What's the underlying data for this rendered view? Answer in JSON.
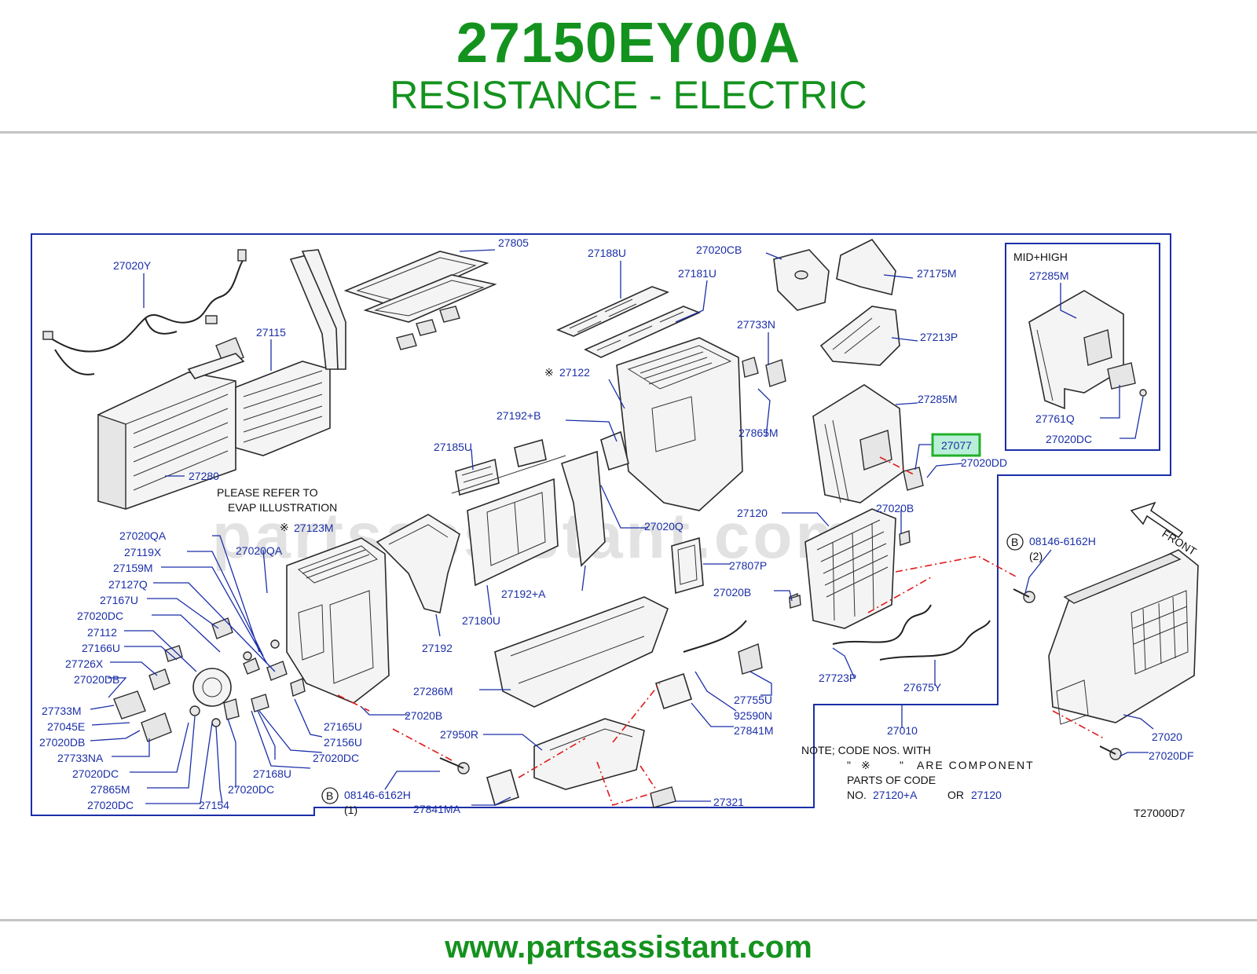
{
  "header": {
    "part_number": "27150EY00A",
    "part_name": "RESISTANCE - ELECTRIC"
  },
  "diagram": {
    "watermark": "partsassistant.com",
    "code": "T27000D7",
    "inset_title": "MID+HIGH",
    "highlight_color": "#22b02a",
    "label_color": "#1b2fa8",
    "title_color": "#14921e",
    "highlighted_part": "27077",
    "labels": {
      "l27020Y": "27020Y",
      "l27805": "27805",
      "l27188U": "27188U",
      "l27020CB": "27020CB",
      "l27175M": "27175M",
      "l27181U": "27181U",
      "l27115": "27115",
      "l27733N": "27733N",
      "l27213P": "27213P",
      "l27122": "27122",
      "l27285M": "27285M",
      "l27192B": "27192+B",
      "l27865M_a": "27865M",
      "l27077": "27077",
      "l27185U": "27185U",
      "l27020DD": "27020DD",
      "l27280": "27280",
      "l27120": "27120",
      "l27020B_a": "27020B",
      "l27020Q": "27020Q",
      "l27123M": "27123M",
      "l27020QA_a": "27020QA",
      "l27020QA_b": "27020QA",
      "l27119X": "27119X",
      "l27159M": "27159M",
      "l27127Q": "27127Q",
      "l27167U": "27167U",
      "l27020DC_a": "27020DC",
      "l27112": "27112",
      "l27166U": "27166U",
      "l27726X": "27726X",
      "l27020DB": "27020DB",
      "l27733M": "27733M",
      "l27045E": "27045E",
      "l27020DB_2": "27020DB",
      "l27733NA": "27733NA",
      "l27020DC_b": "27020DC",
      "l27865M_b": "27865M",
      "l27020DC_c": "27020DC",
      "l27807P": "27807P",
      "l27020B_b": "27020B",
      "l27192A": "27192+A",
      "l27180U": "27180U",
      "l27192": "27192",
      "l27165U": "27165U",
      "l27156U": "27156U",
      "l27020DC_d": "27020DC",
      "l27168U": "27168U",
      "l27020DC_e": "27020DC",
      "l27154": "27154",
      "l27020B_c": "27020B",
      "l27286M": "27286M",
      "l27723P": "27723P",
      "l27675Y": "27675Y",
      "l27755U": "27755U",
      "l92590N": "92590N",
      "l27841M": "27841M",
      "l27950R": "27950R",
      "l08146_a": "08146-6162H",
      "l08146_a_qty": "(1)",
      "l27841MA": "27841MA",
      "l27321": "27321",
      "l27010": "27010",
      "l08146_b": "08146-6162H",
      "l08146_b_qty": "(2)",
      "l27020": "27020",
      "l27020DF": "27020DF",
      "l27285M_in": "27285M",
      "l27761Q": "27761Q",
      "l27020DC_in": "27020DC",
      "front": "FRONT",
      "bolt_b_a": "B",
      "bolt_b_b": "B"
    },
    "refer_note": [
      "PLEASE   REFER   TO",
      "EVAP   ILLUSTRATION"
    ],
    "code_note": {
      "line1": "NOTE;   CODE   NOS.   WITH",
      "line2_q1": "\"",
      "line2_mark": "※",
      "line2_q2": "\"",
      "line2_rest": "ARE  COMPONENT",
      "line3": "PARTS   OF   CODE",
      "line4_pre": "NO.",
      "line4_a": "27120+A",
      "line4_or": "OR",
      "line4_b": "27120"
    }
  },
  "footer": {
    "url": "www.partsassistant.com"
  }
}
